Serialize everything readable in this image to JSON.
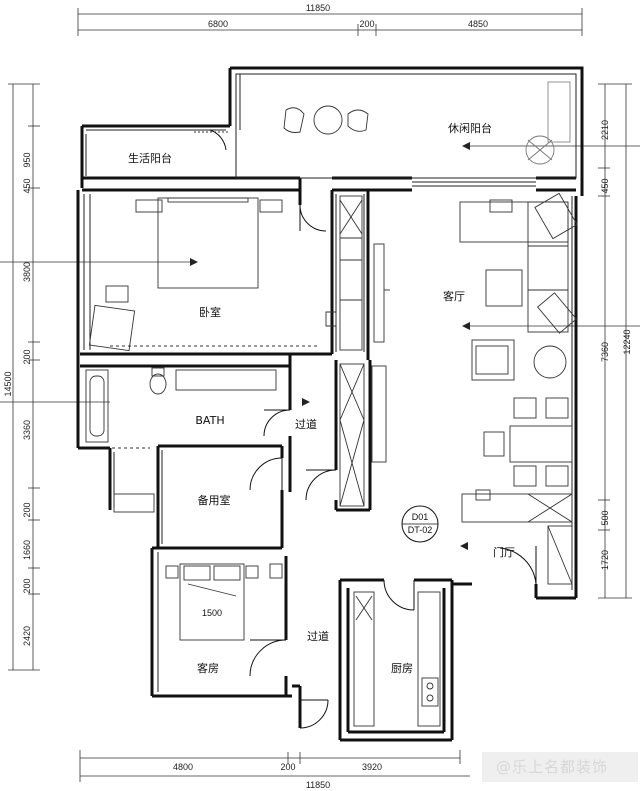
{
  "dimensions": {
    "top_total": "11850",
    "top_left": "6800",
    "top_mid": "200",
    "top_right": "4850",
    "bottom_total": "11850",
    "bottom_left": "4800",
    "bottom_mid": "200",
    "bottom_right": "3920",
    "left_total": "14500",
    "left_1": "950",
    "left_2": "450",
    "left_3": "3800",
    "left_4": "200",
    "left_5": "3360",
    "left_6": "200",
    "left_7": "1660",
    "left_8": "200",
    "left_9": "2420",
    "right_total": "12240",
    "right_1": "2210",
    "right_2": "450",
    "right_3": "7360",
    "right_4": "500",
    "right_5": "1720"
  },
  "rooms": {
    "leisure_balcony": "休闲阳台",
    "service_balcony": "生活阳台",
    "bedroom": "卧室",
    "living_room": "客厅",
    "bath": "BATH",
    "corridor_1": "过道",
    "spare_room": "备用室",
    "entrance": "门厅",
    "guest_room": "客房",
    "corridor_2": "过道",
    "kitchen": "厨房"
  },
  "labels": {
    "view_tag_top": "D01",
    "view_tag_bottom": "DT-02",
    "bed_size": "1500"
  },
  "watermark": "@乐上名都装饰"
}
